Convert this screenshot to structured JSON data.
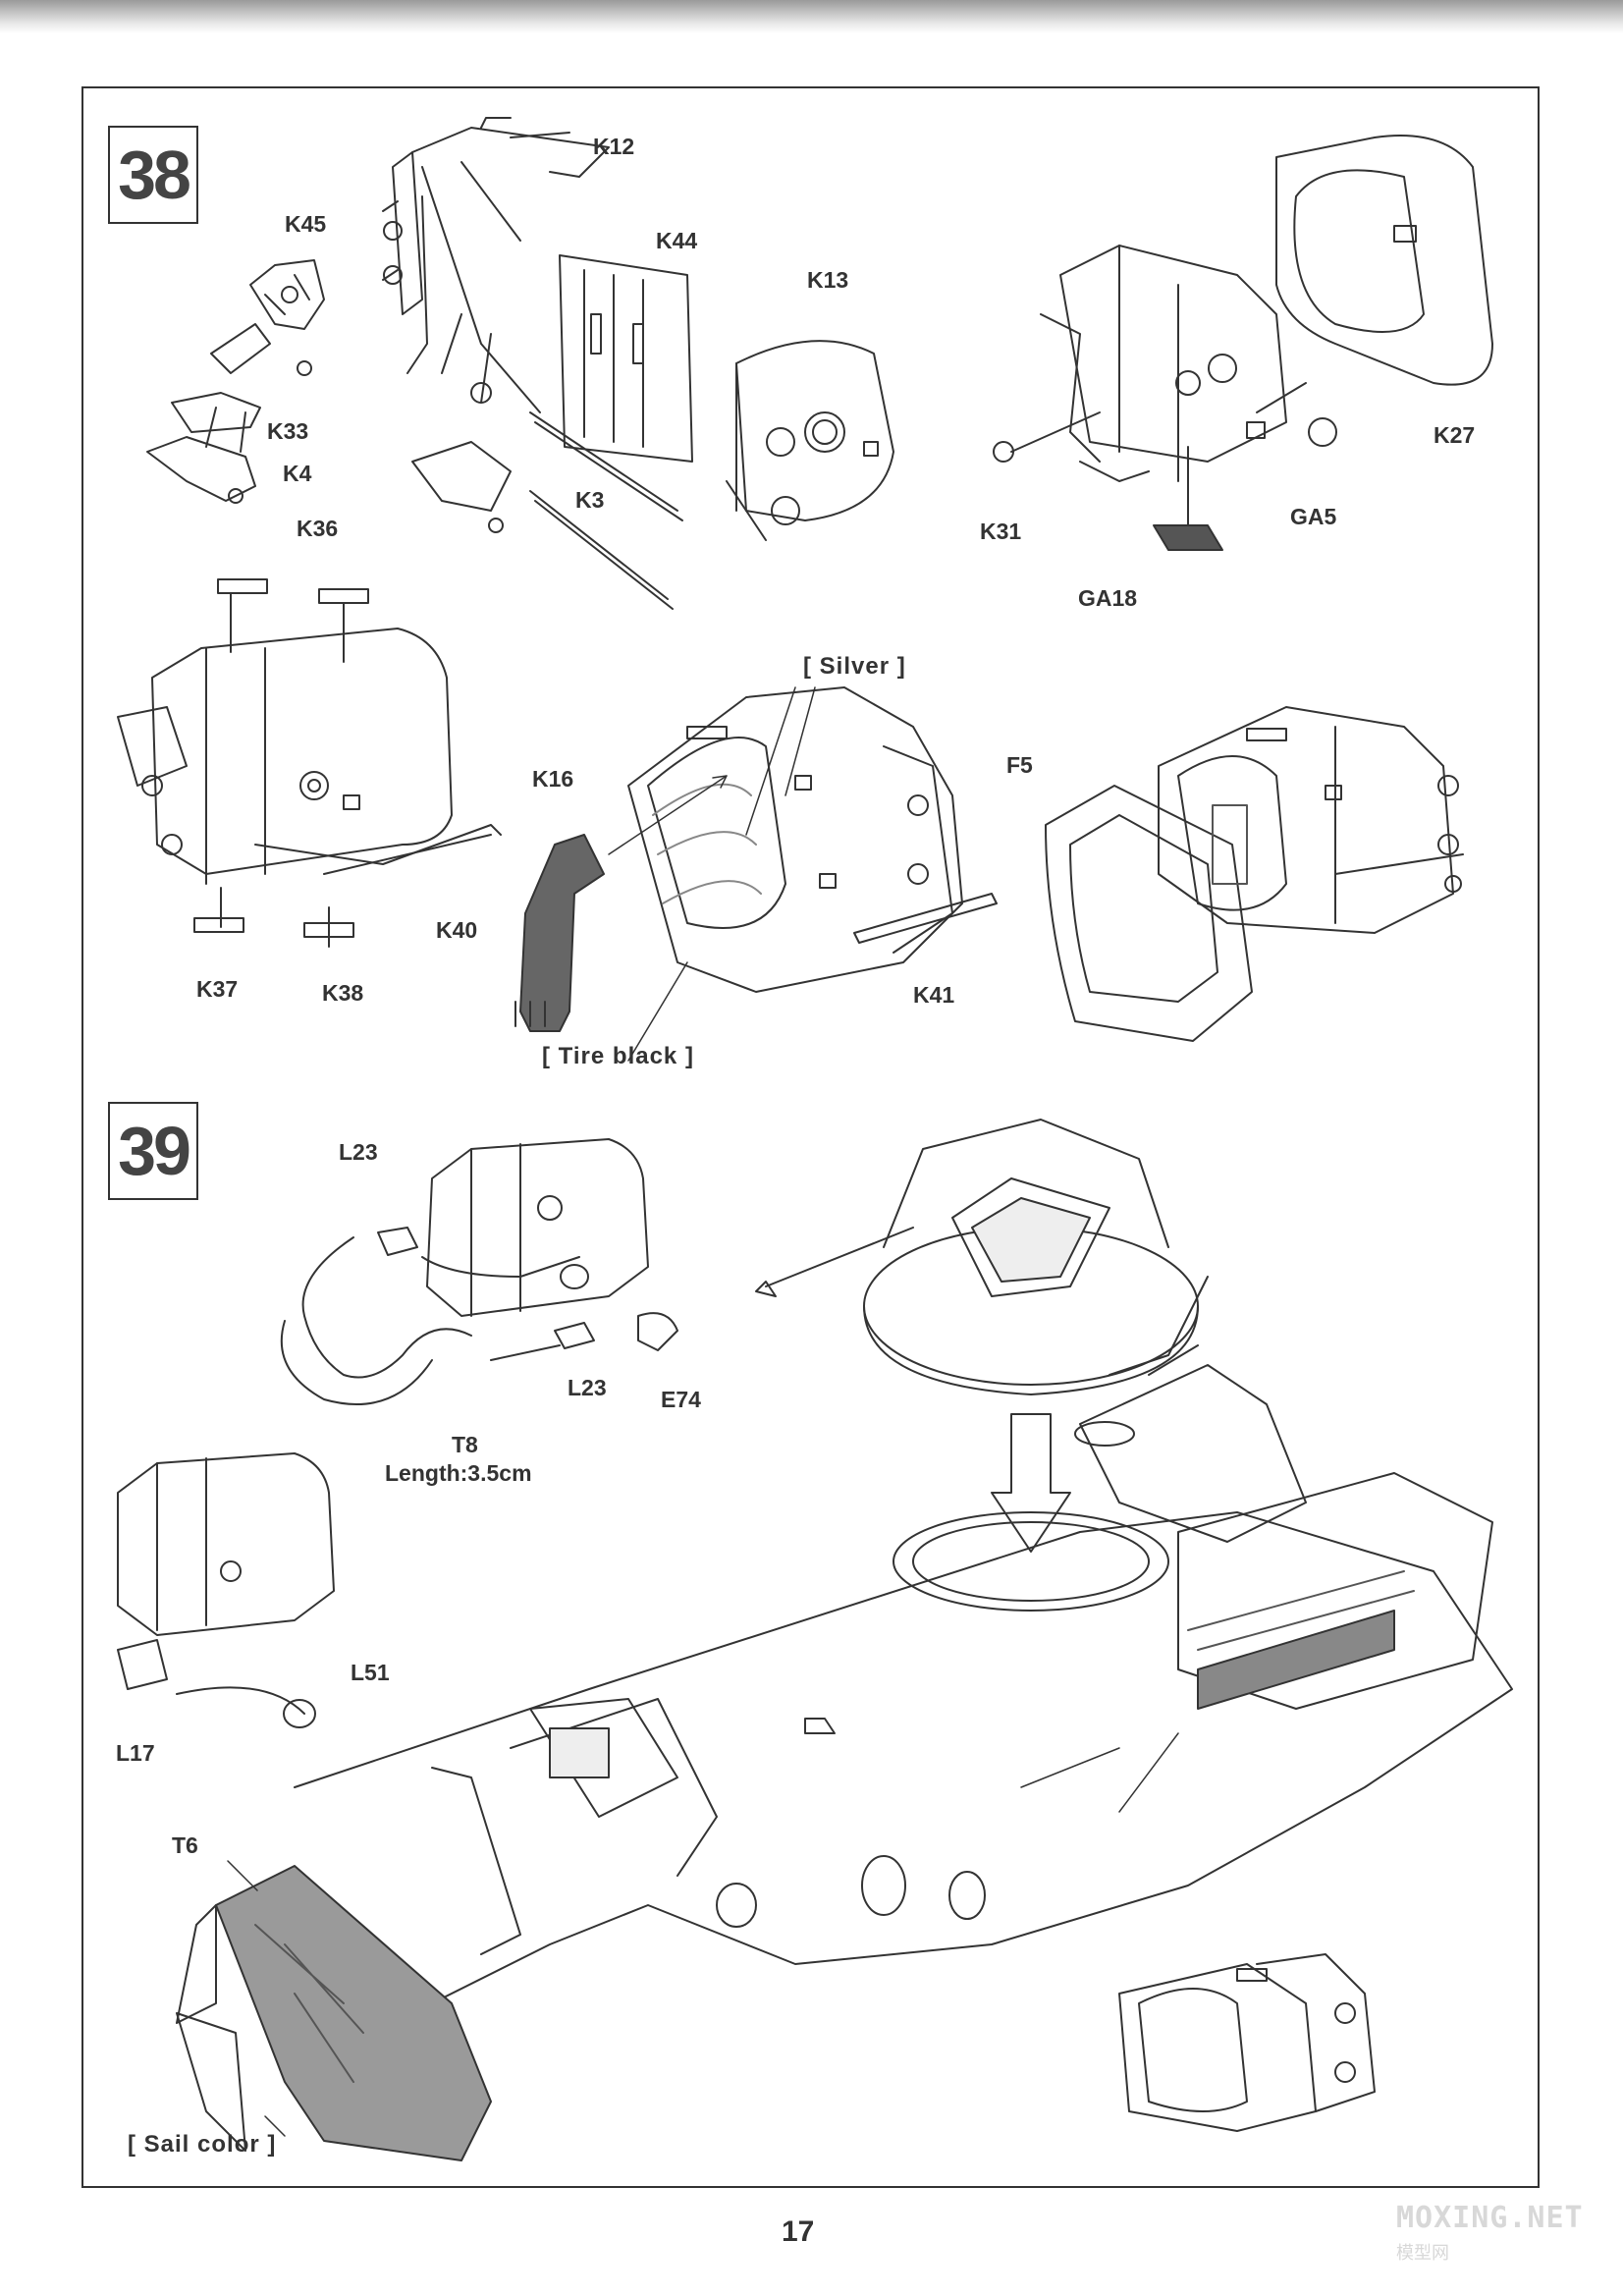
{
  "page_number": "17",
  "watermark": {
    "site": "MOXING.NET",
    "subtitle": "模型网"
  },
  "steps": [
    {
      "number": "38"
    },
    {
      "number": "39"
    }
  ],
  "step38_labels": {
    "K12": "K12",
    "K44": "K44",
    "K13": "K13",
    "K45": "K45",
    "K33": "K33",
    "K4": "K4",
    "K3": "K3",
    "K27": "K27",
    "K31": "K31",
    "GA5": "GA5",
    "GA18": "GA18",
    "K36": "K36",
    "K16": "K16",
    "K40": "K40",
    "K37": "K37",
    "K38": "K38",
    "K41": "K41",
    "F5": "F5"
  },
  "paint_notes": {
    "silver": "[ Silver ]",
    "tire_black": "[ Tire black ]",
    "sail_color": "[ Sail color ]"
  },
  "step39_labels": {
    "L23_a": "L23",
    "L23_b": "L23",
    "E74": "E74",
    "T8": "T8",
    "T8_length": "Length:3.5cm",
    "L51": "L51",
    "L17": "L17",
    "T6": "T6"
  }
}
